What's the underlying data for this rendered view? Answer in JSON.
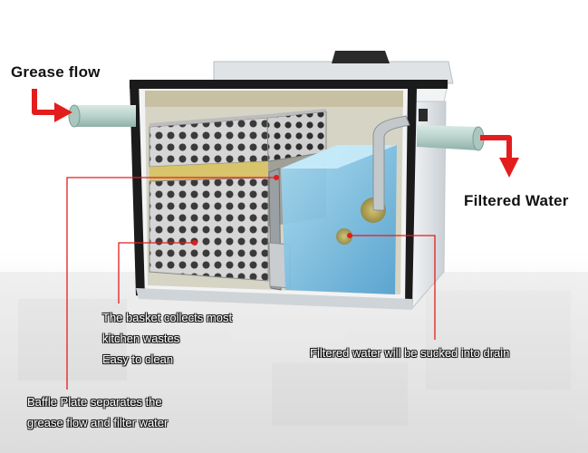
{
  "labels": {
    "grease_flow": "Grease flow",
    "filtered_water": "Filtered Water"
  },
  "annotations": {
    "basket": [
      "The basket collects most",
      "kitchen wastes",
      "Easy to clean"
    ],
    "drain": "Filtered water will be sucked into drain",
    "baffle": [
      "Baffle Plate separates the",
      "grease flow and filter water"
    ]
  },
  "colors": {
    "accent": "#e31d1d",
    "water": "#7fc4ea",
    "tank_body": "#e6e9ec",
    "tank_frame": "#1b1b1b"
  },
  "icons": [
    "flow-in-arrow-icon",
    "flow-out-arrow-icon"
  ]
}
